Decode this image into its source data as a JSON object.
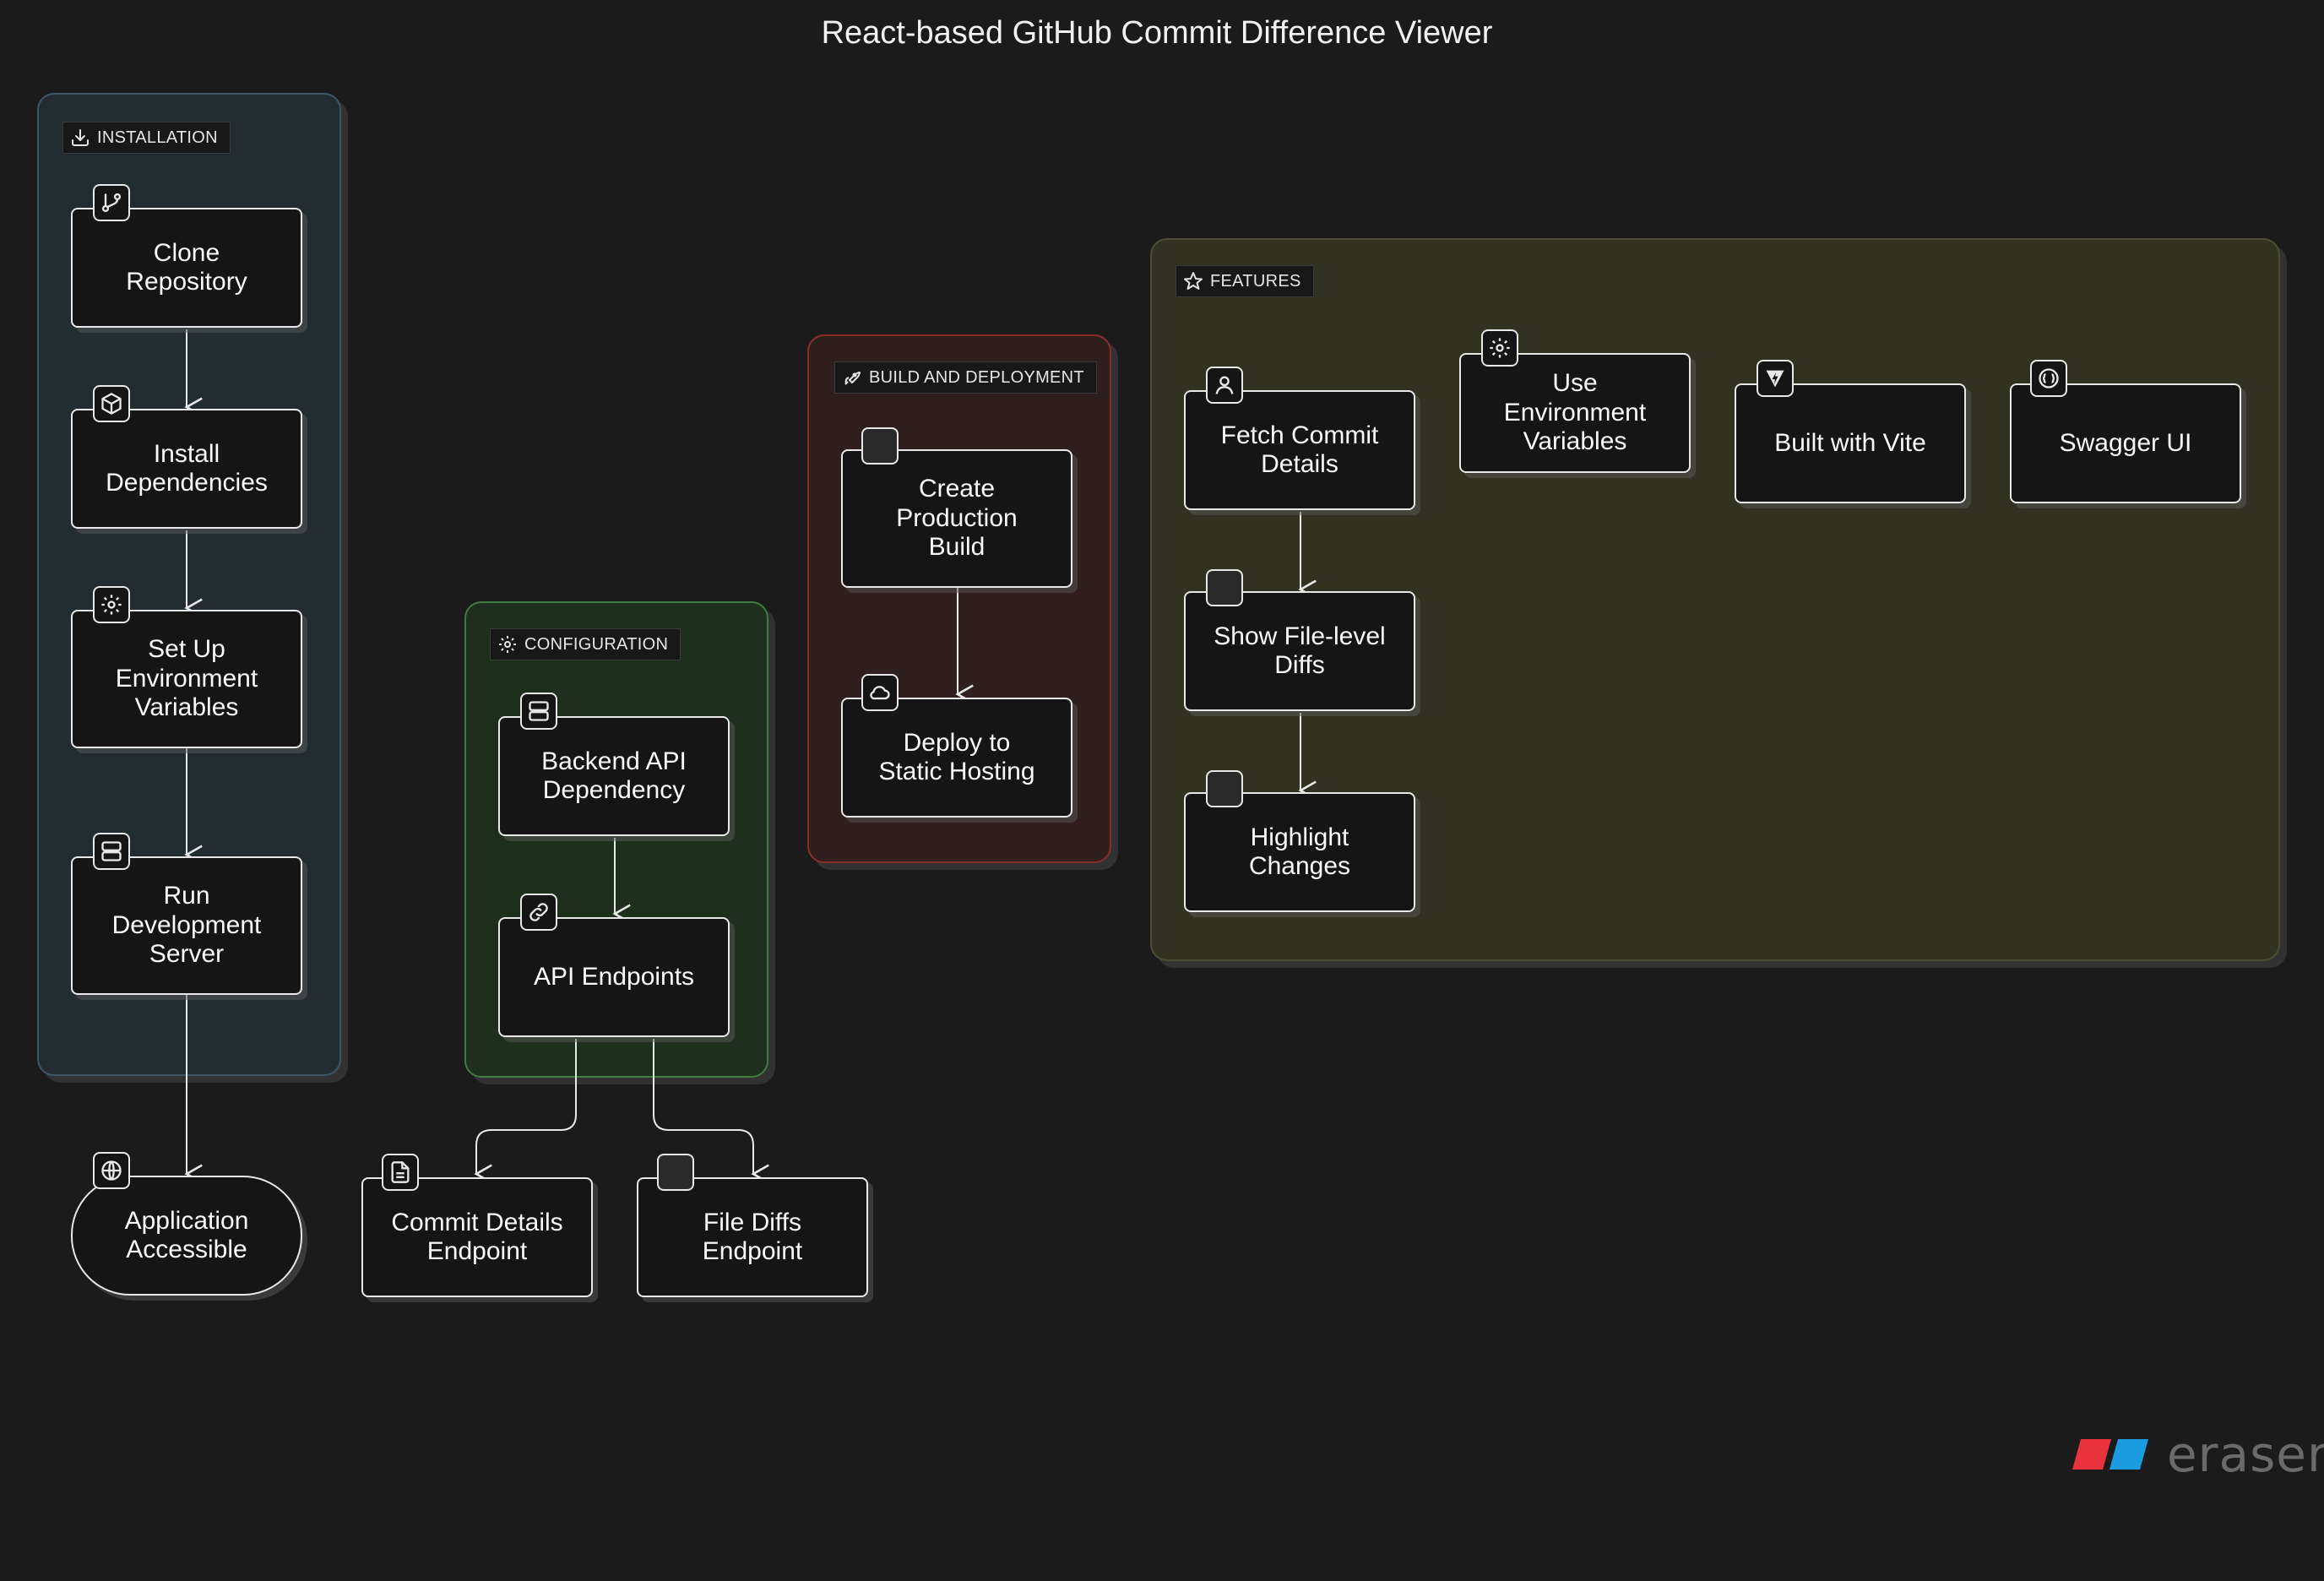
{
  "title": "React-based GitHub Commit Difference Viewer",
  "groups": {
    "installation": {
      "label": "INSTALLATION",
      "icon": "download-icon",
      "color": "#3c5663"
    },
    "configuration": {
      "label": "CONFIGURATION",
      "icon": "gear-icon",
      "color": "#3f7b3f"
    },
    "build": {
      "label": "BUILD AND DEPLOYMENT",
      "icon": "rocket-icon",
      "color": "#8a2c2c"
    },
    "features": {
      "label": "FEATURES",
      "icon": "star-icon",
      "color": "#4d4d33"
    }
  },
  "nodes": {
    "clone": {
      "label": "Clone\nRepository",
      "icon": "git-branch-icon"
    },
    "install_deps": {
      "label": "Install\nDependencies",
      "icon": "package-icon"
    },
    "env_vars": {
      "label": "Set Up\nEnvironment\nVariables",
      "icon": "gear-icon"
    },
    "dev_server": {
      "label": "Run\nDevelopment\nServer",
      "icon": "server-icon"
    },
    "app_accessible": {
      "label": "Application\nAccessible",
      "icon": "globe-icon"
    },
    "backend_api": {
      "label": "Backend API\nDependency",
      "icon": "server-icon"
    },
    "api_endpoints": {
      "label": "API Endpoints",
      "icon": "link-icon"
    },
    "commit_endpoint": {
      "label": "Commit Details\nEndpoint",
      "icon": "file-text-icon"
    },
    "diffs_endpoint": {
      "label": "File Diffs\nEndpoint",
      "icon": "blank-icon"
    },
    "prod_build": {
      "label": "Create\nProduction\nBuild",
      "icon": "blank-icon"
    },
    "deploy": {
      "label": "Deploy to\nStatic Hosting",
      "icon": "cloud-icon"
    },
    "fetch_commit": {
      "label": "Fetch Commit\nDetails",
      "icon": "user-icon"
    },
    "file_diffs": {
      "label": "Show File-level\nDiffs",
      "icon": "blank-icon"
    },
    "highlight": {
      "label": "Highlight\nChanges",
      "icon": "blank-icon"
    },
    "use_env": {
      "label": "Use\nEnvironment\nVariables",
      "icon": "gear-icon"
    },
    "vite": {
      "label": "Built with Vite",
      "icon": "vite-icon"
    },
    "swagger": {
      "label": "Swagger UI",
      "icon": "swagger-icon"
    }
  },
  "brand": {
    "name": "eraser",
    "icon": "eraser-logo-icon",
    "colors": [
      "#e8323c",
      "#1b9be0"
    ]
  }
}
